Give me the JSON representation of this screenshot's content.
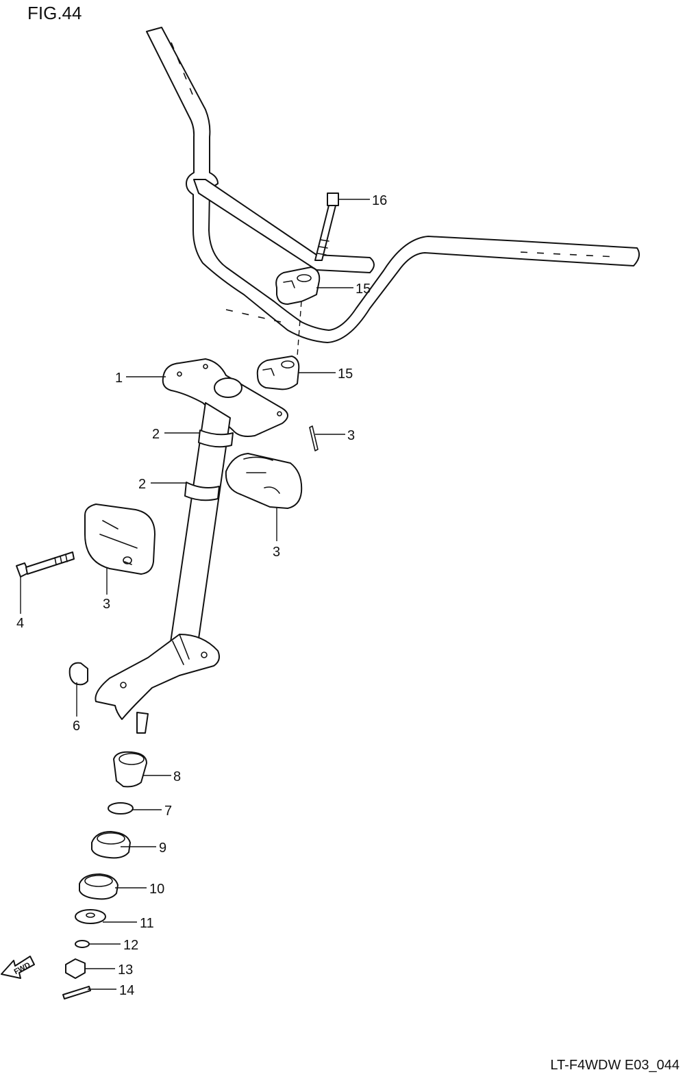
{
  "figure": {
    "title": "FIG.44",
    "model_code": "LT-F4WDW E03_044",
    "direction_label": "FWD"
  },
  "callouts": {
    "c1": "1",
    "c2a": "2",
    "c2b": "2",
    "c3a": "3",
    "c3b": "3",
    "c3c": "3",
    "c4": "4",
    "c6": "6",
    "c7": "7",
    "c8": "8",
    "c9": "9",
    "c10": "10",
    "c11": "11",
    "c12": "12",
    "c13": "13",
    "c14": "14",
    "c15a": "15",
    "c15b": "15",
    "c16": "16"
  }
}
